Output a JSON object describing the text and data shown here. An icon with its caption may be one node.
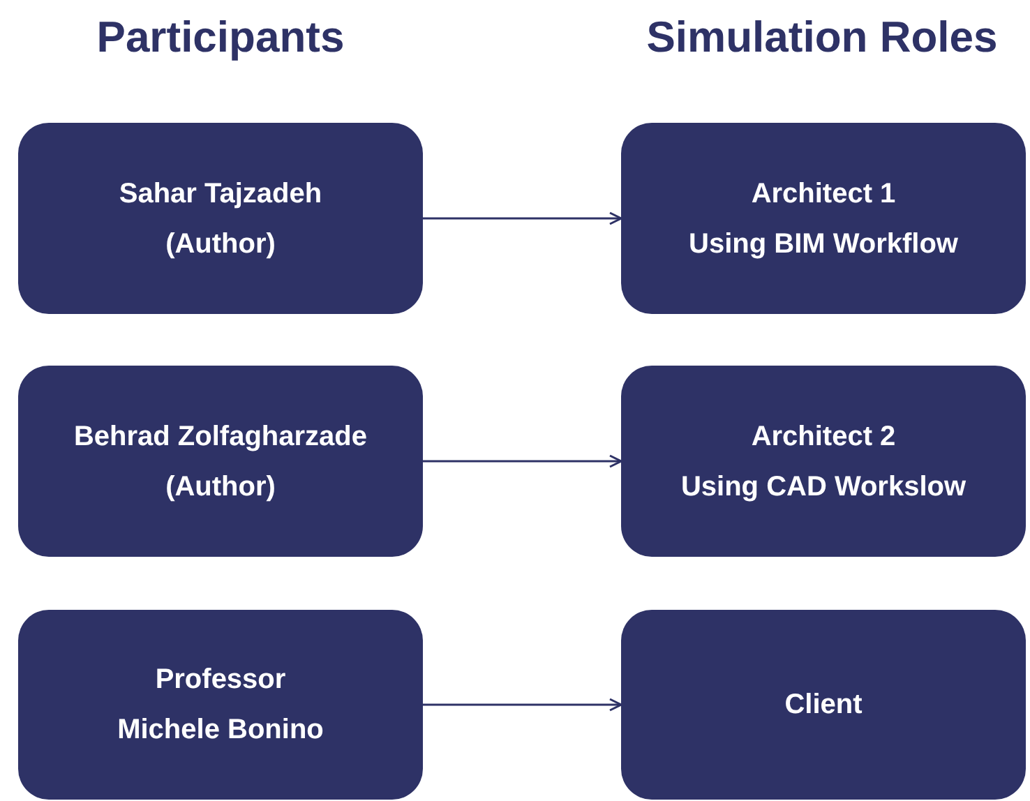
{
  "diagram": {
    "nodes": [
      {
        "text": [
          "Sahar Tajzadeh",
          "(Author)"
        ]
      },
      {
        "text": [
          "Architect 1",
          "Using BIM Workflow"
        ]
      },
      {
        "text": [
          "Behrad Zolfagharzade",
          "(Author)"
        ]
      },
      {
        "text": [
          "Architect 2",
          "Using CAD Workslow"
        ]
      },
      {
        "text": [
          "Professor",
          "Michele Bonino"
        ]
      },
      {
        "text": [
          "Client"
        ]
      }
    ],
    "edges": [
      {
        "from": 0,
        "to": 1,
        "arrow": "to"
      },
      {
        "from": 2,
        "to": 3,
        "arrow": "to"
      },
      {
        "from": 4,
        "to": 5,
        "arrow": "to"
      }
    ],
    "labels": [
      "Participants",
      "Simulation Roles"
    ]
  }
}
